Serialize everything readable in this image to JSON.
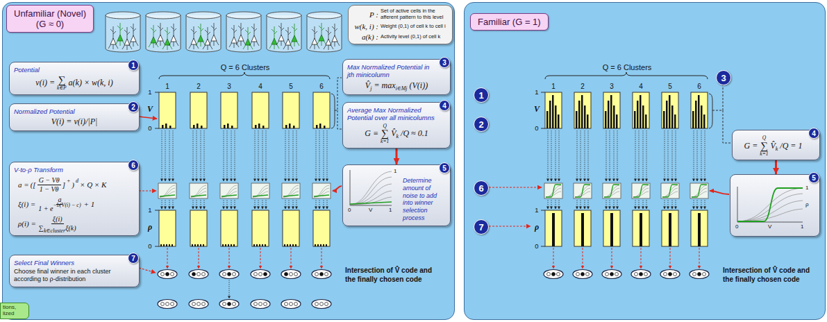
{
  "diagram": {
    "nodes": [
      {
        "text": [
          "Q = 6 Clusters",
          "Intersection of V̂ code and the finally chosen code"
        ]
      },
      {
        "text": [
          "Unfamiliar (Novel)",
          "(G ≈ 0)"
        ],
        "in": 0
      },
      {
        "text": [
          "P :",
          "Set of active cells in the afferent pattern to this level",
          "w(k, i) :",
          "Weight (0,1) of cell k to cell i",
          "a(k) :",
          "Activity level (0,1) of cell k"
        ],
        "in": 0
      },
      {
        "text": [
          "Potential",
          "v(i) =",
          "∑",
          "k∈P",
          "a(k) × w(k, i)"
        ],
        "in": 0
      },
      {
        "text": [
          "1"
        ],
        "in": 3
      },
      {
        "text": [
          "Normalized Potential",
          "V(i) = v(i)/|P|"
        ],
        "in": 0
      },
      {
        "text": [
          "2"
        ],
        "in": 5
      },
      {
        "text": [
          "Max Normalized Potential in jth minicolumn",
          "V̂",
          "j",
          "= max",
          "i∈Mj",
          "(V(i))"
        ],
        "in": 0
      },
      {
        "text": [
          "3"
        ],
        "in": 7
      },
      {
        "text": [
          "Average Max Normalized Potential over all minicolumns",
          "G ≡",
          "Q",
          "∑",
          "k=1",
          "V̂",
          "k",
          "/Q ≈ 0.1"
        ],
        "in": 0
      },
      {
        "text": [
          "4"
        ],
        "in": 9
      },
      {
        "text": [
          "Determine amount of noise to add into winner selection process",
          "1",
          "0",
          "V",
          "1"
        ],
        "in": 0
      },
      {
        "text": [
          "5"
        ],
        "in": 11
      },
      {
        "text": [
          "V-to-ρ Transform",
          "a =",
          "([",
          "G − Vθ",
          "1 − Vθ",
          "]",
          "+",
          ")",
          "d",
          "× Q × K",
          "ξ(i) =",
          "a",
          "1 + e",
          "−b(V(i) − c)",
          "+ 1",
          "ρ(i) =",
          "ξ(i)",
          "∑",
          "k∈cluster",
          "ξ(k)"
        ],
        "in": 0
      },
      {
        "text": [
          "6"
        ],
        "in": 13
      },
      {
        "text": [
          "Select Final Winners",
          "Choose final winner in each cluster according to ρ-distribution"
        ],
        "in": 0
      },
      {
        "text": [
          "7"
        ],
        "in": 15
      },
      {
        "text": [
          "tions, lized"
        ]
      },
      {
        "text": [
          "Q = 6 Clusters",
          "Intersection of V̂ code and the finally chosen code"
        ]
      },
      {
        "text": [
          "Familiar (G = 1)"
        ],
        "in": 18
      },
      {
        "text": [
          "1"
        ],
        "in": 18
      },
      {
        "text": [
          "2"
        ],
        "in": 18
      },
      {
        "text": [
          "6"
        ],
        "in": 18
      },
      {
        "text": [
          "7"
        ],
        "in": 18
      },
      {
        "text": [
          "3"
        ],
        "in": 18
      },
      {
        "text": [
          "G =",
          "Q",
          "∑",
          "k=1",
          "V̂",
          "k",
          "/Q = 1"
        ],
        "in": 18
      },
      {
        "text": [
          "4"
        ],
        "in": 25
      },
      {
        "text": [
          "1",
          "ρ",
          "0",
          "V",
          "1"
        ],
        "in": 18
      },
      {
        "text": [
          "5"
        ],
        "in": 27
      }
    ],
    "edges": [
      {
        "from": 9,
        "to": 11,
        "arrow": "to"
      },
      {
        "from": 25,
        "to": 27,
        "arrow": "to"
      }
    ],
    "labels": [
      "1",
      "2",
      "3",
      "4",
      "5",
      "6",
      "1",
      "V",
      "0",
      "1",
      "ρ",
      "0",
      "1",
      "2",
      "3",
      "4",
      "5",
      "6",
      "1",
      "V",
      "0",
      "1",
      "ρ",
      "0"
    ]
  }
}
